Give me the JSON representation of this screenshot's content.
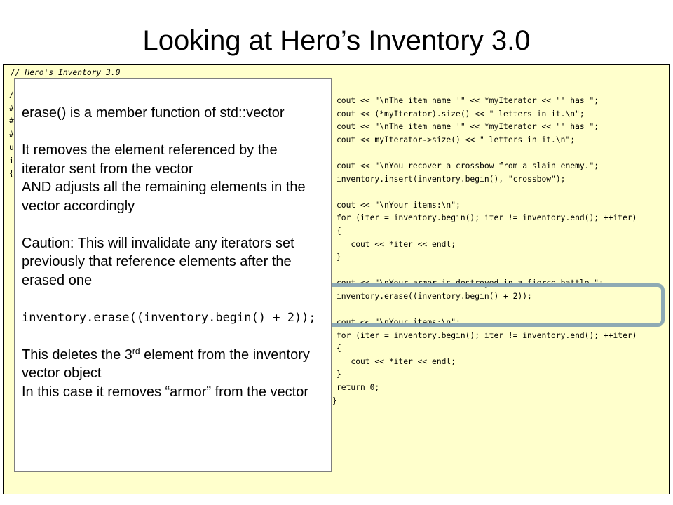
{
  "slide": {
    "title": "Looking at Hero’s Inventory 3.0"
  },
  "left_code": {
    "comment_line": "// Hero's Inventory 3.0",
    "stubs": "/\n#\n#\n#\nu\ni\n{"
  },
  "right_code": {
    "lines": "cout << \"\\nThe item name '\" << *myIterator << \"' has \";\ncout << (*myIterator).size() << \" letters in it.\\n\";\ncout << \"\\nThe item name '\" << *myIterator << \"' has \";\ncout << myIterator->size() << \" letters in it.\\n\";\n\ncout << \"\\nYou recover a crossbow from a slain enemy.\";\ninventory.insert(inventory.begin(), \"crossbow\");\n\ncout << \"\\nYour items:\\n\";\nfor (iter = inventory.begin(); iter != inventory.end(); ++iter)\n{\n   cout << *iter << endl;\n}\n\ncout << \"\\nYour armor is destroyed in a fierce battle.\";\ninventory.erase((inventory.begin() + 2));\n\ncout << \"\\nYour items:\\n\";\nfor (iter = inventory.begin(); iter != inventory.end(); ++iter)\n{\n   cout << *iter << endl;\n}\nreturn 0;",
    "closing_brace": "}"
  },
  "callout": {
    "p1": "erase() is a member function of std::vector",
    "p2": "It removes the element referenced by the iterator sent from the vector",
    "p3": "AND adjusts all the remaining elements in the vector accordingly",
    "p4": "Caution: This will invalidate any iterators set previously that reference elements after the erased one",
    "code": "inventory.erase((inventory.begin() + 2));",
    "p5_before": "This deletes the 3",
    "p5_sup": "rd",
    "p5_after": " element from the inventory vector object",
    "p6": "In this case it removes “armor” from the vector"
  },
  "colors": {
    "code_background": "#ffffcc",
    "highlight_border": "#8eaab4"
  }
}
